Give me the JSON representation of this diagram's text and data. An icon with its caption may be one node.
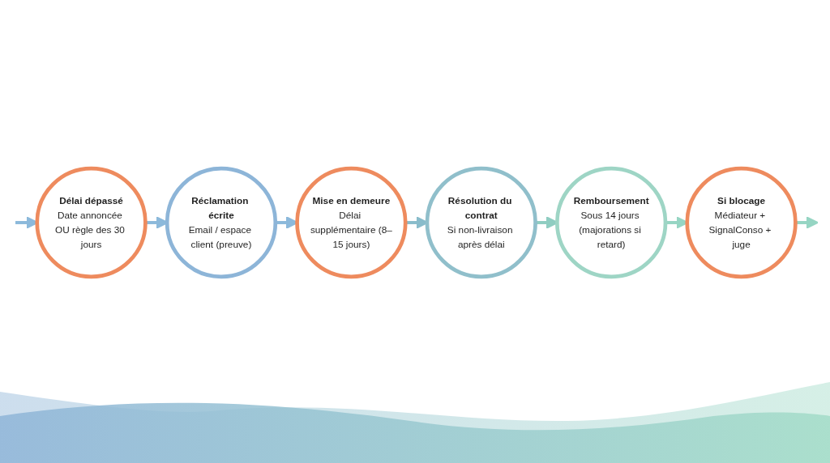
{
  "diagram": {
    "nodes": [
      {
        "text": [
          "Délai dépassé",
          "Date annoncée OU règle des 30 jours"
        ]
      },
      {
        "text": [
          "Réclamation écrite",
          "Email / espace client (preuve)"
        ]
      },
      {
        "text": [
          "Mise en demeure",
          "Délai supplémentaire (8–15 jours)"
        ]
      },
      {
        "text": [
          "Résolution du contrat",
          "Si non-livraison après délai"
        ]
      },
      {
        "text": [
          "Remboursement",
          "Sous 14 jours (majorations si retard)"
        ]
      },
      {
        "text": [
          "Si blocage",
          "Médiateur + SignalConso + juge"
        ]
      }
    ],
    "edges": [
      {
        "from": null,
        "to": 0,
        "arrow": "to",
        "color": "#8cb9db"
      },
      {
        "from": 0,
        "to": 1,
        "arrow": "to",
        "color": "#8cb9db"
      },
      {
        "from": 1,
        "to": 2,
        "arrow": "to",
        "color": "#8cb9db"
      },
      {
        "from": 2,
        "to": 3,
        "arrow": "to",
        "color": "#89bccb"
      },
      {
        "from": 3,
        "to": 4,
        "arrow": "to",
        "color": "#8fcdc1"
      },
      {
        "from": 4,
        "to": 5,
        "arrow": "to",
        "color": "#96d5c3"
      },
      {
        "from": 5,
        "to": null,
        "arrow": "to",
        "color": "#96d5c3"
      }
    ]
  }
}
